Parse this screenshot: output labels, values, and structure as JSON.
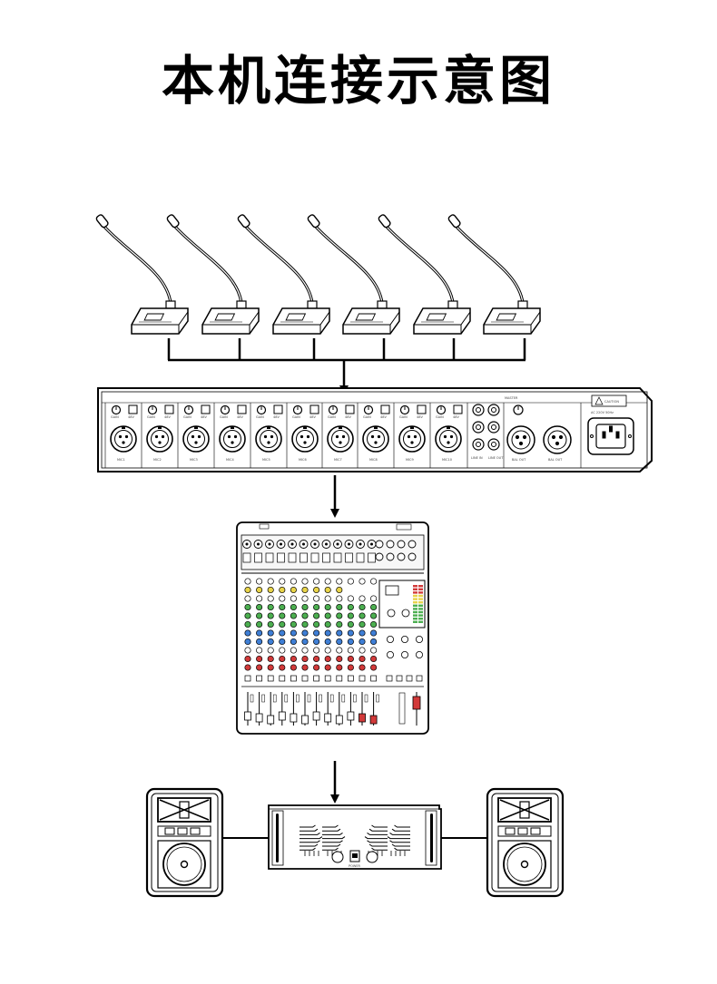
{
  "title": "本机连接示意图",
  "rack_unit": {
    "mic_labels": [
      "MIC1",
      "MIC2",
      "MIC3",
      "MIC4",
      "MIC5",
      "MIC6",
      "MIC7",
      "MIC8",
      "MIC9",
      "MIC10"
    ],
    "knob_label": "GAIN",
    "switch_label": "48V",
    "line_in_label": "LINE IN",
    "line_out_label": "LINE OUT",
    "bal_out_labels": [
      "BAL OUT",
      "BAL OUT"
    ],
    "master_label": "MASTER",
    "warning_label": "CAUTION",
    "power_label": "AC 220V 50Hz"
  },
  "amplifier": {
    "power_label": "POWER"
  },
  "colors": {
    "stroke": "#000000",
    "panel": "#f2f2f2",
    "yellow": "#e8d44a",
    "green": "#4caf50",
    "blue": "#3f7fd6",
    "red": "#d23a3a"
  }
}
